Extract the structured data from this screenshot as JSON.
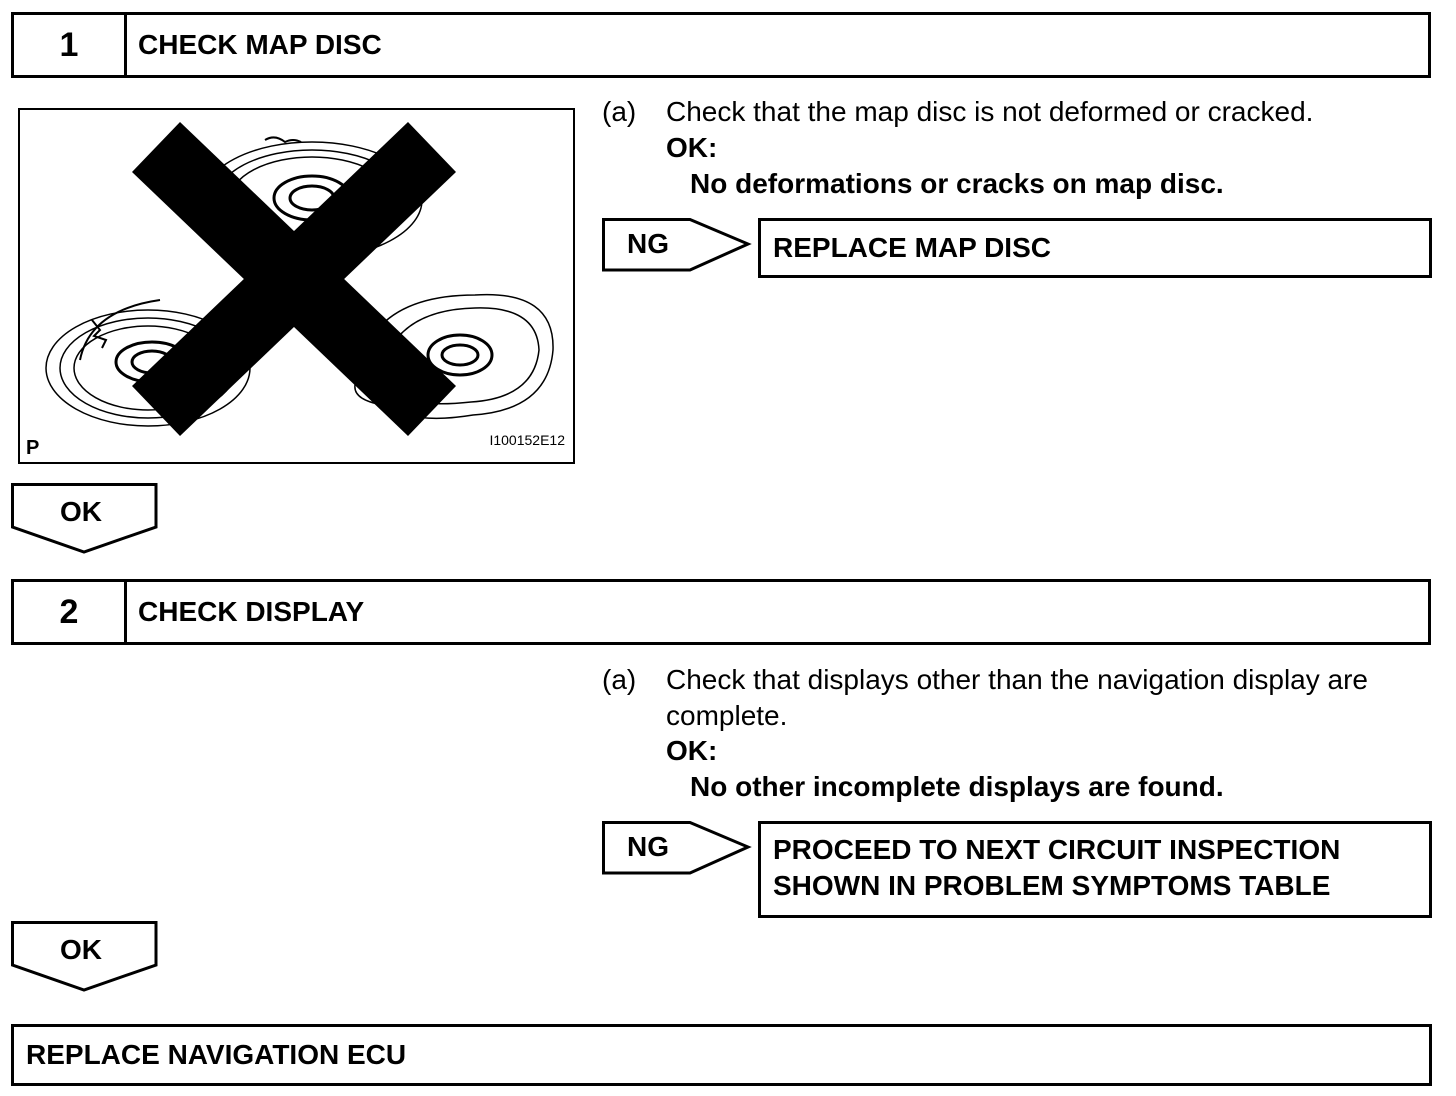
{
  "step1": {
    "number": "1",
    "title": "CHECK MAP DISC",
    "item_letter": "(a)",
    "item_text": "Check that the map disc is not deformed or cracked.",
    "ok_label": "OK:",
    "ok_detail": "No deformations or cracks on map disc.",
    "ng_tag": "NG",
    "ng_result": "REPLACE MAP DISC",
    "ok_tag": "OK"
  },
  "figure": {
    "corner_label": "P",
    "code": "I100152E12",
    "icon": "crossed-out-damaged-discs"
  },
  "step2": {
    "number": "2",
    "title": "CHECK DISPLAY",
    "item_letter": "(a)",
    "item_text_line1": "Check that displays other than the navigation display are",
    "item_text_line2": "complete.",
    "ok_label": "OK:",
    "ok_detail": "No other incomplete displays are found.",
    "ng_tag": "NG",
    "ng_result_line1": "PROCEED TO NEXT CIRCUIT INSPECTION",
    "ng_result_line2": "SHOWN IN PROBLEM SYMPTOMS TABLE",
    "ok_tag": "OK"
  },
  "final": {
    "text": "REPLACE NAVIGATION ECU"
  }
}
